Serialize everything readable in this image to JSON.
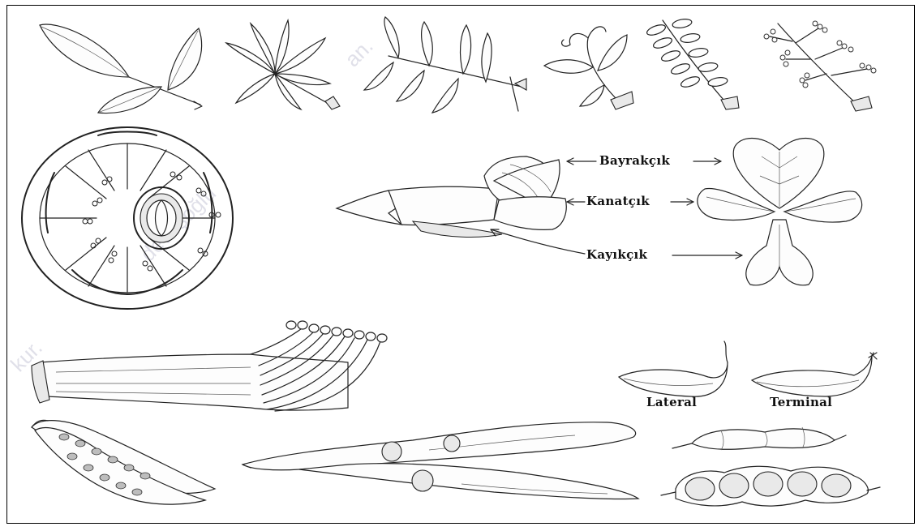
{
  "labels": {
    "standard": "Bayrakçık",
    "wings": "Kanatçık",
    "keel": "Kayıkçık",
    "lateral": "Lateral",
    "terminal": "Terminal"
  },
  "watermark": {
    "part1": "kur.",
    "part2": "deveşoğlu",
    "part3": "an."
  }
}
